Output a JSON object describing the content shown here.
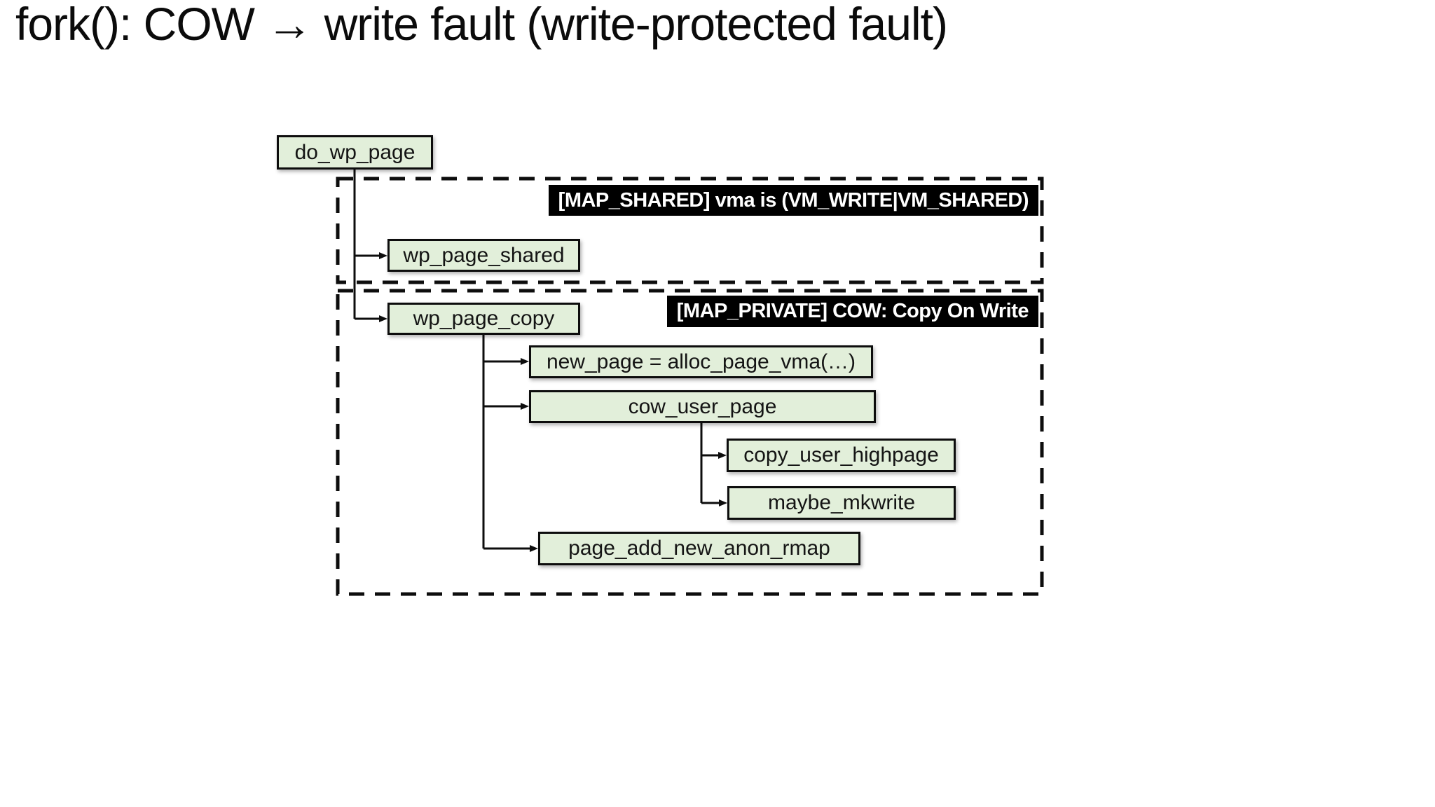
{
  "title": "fork(): COW → write fault (write-protected fault)",
  "diagram": {
    "root": {
      "label": "do_wp_page"
    },
    "groups": {
      "map_shared": {
        "banner": "[MAP_SHARED] vma is (VM_WRITE|VM_SHARED)"
      },
      "map_private": {
        "banner": "[MAP_PRIVATE] COW: Copy On Write"
      }
    },
    "nodes": {
      "wp_page_shared": "wp_page_shared",
      "wp_page_copy": "wp_page_copy",
      "new_page": "new_page = alloc_page_vma(…)",
      "cow_user_page": "cow_user_page",
      "copy_user_highpage": "copy_user_highpage",
      "maybe_mkwrite": "maybe_mkwrite",
      "page_add_new_anon_rmap": "page_add_new_anon_rmap"
    },
    "colors": {
      "node_fill": "#e2efda",
      "node_border": "#0d0d0d",
      "banner_bg": "#000000",
      "banner_text": "#ffffff",
      "connector": "#0d0d0d",
      "background": "#ffffff",
      "title_text": "#0b0b0b"
    }
  }
}
